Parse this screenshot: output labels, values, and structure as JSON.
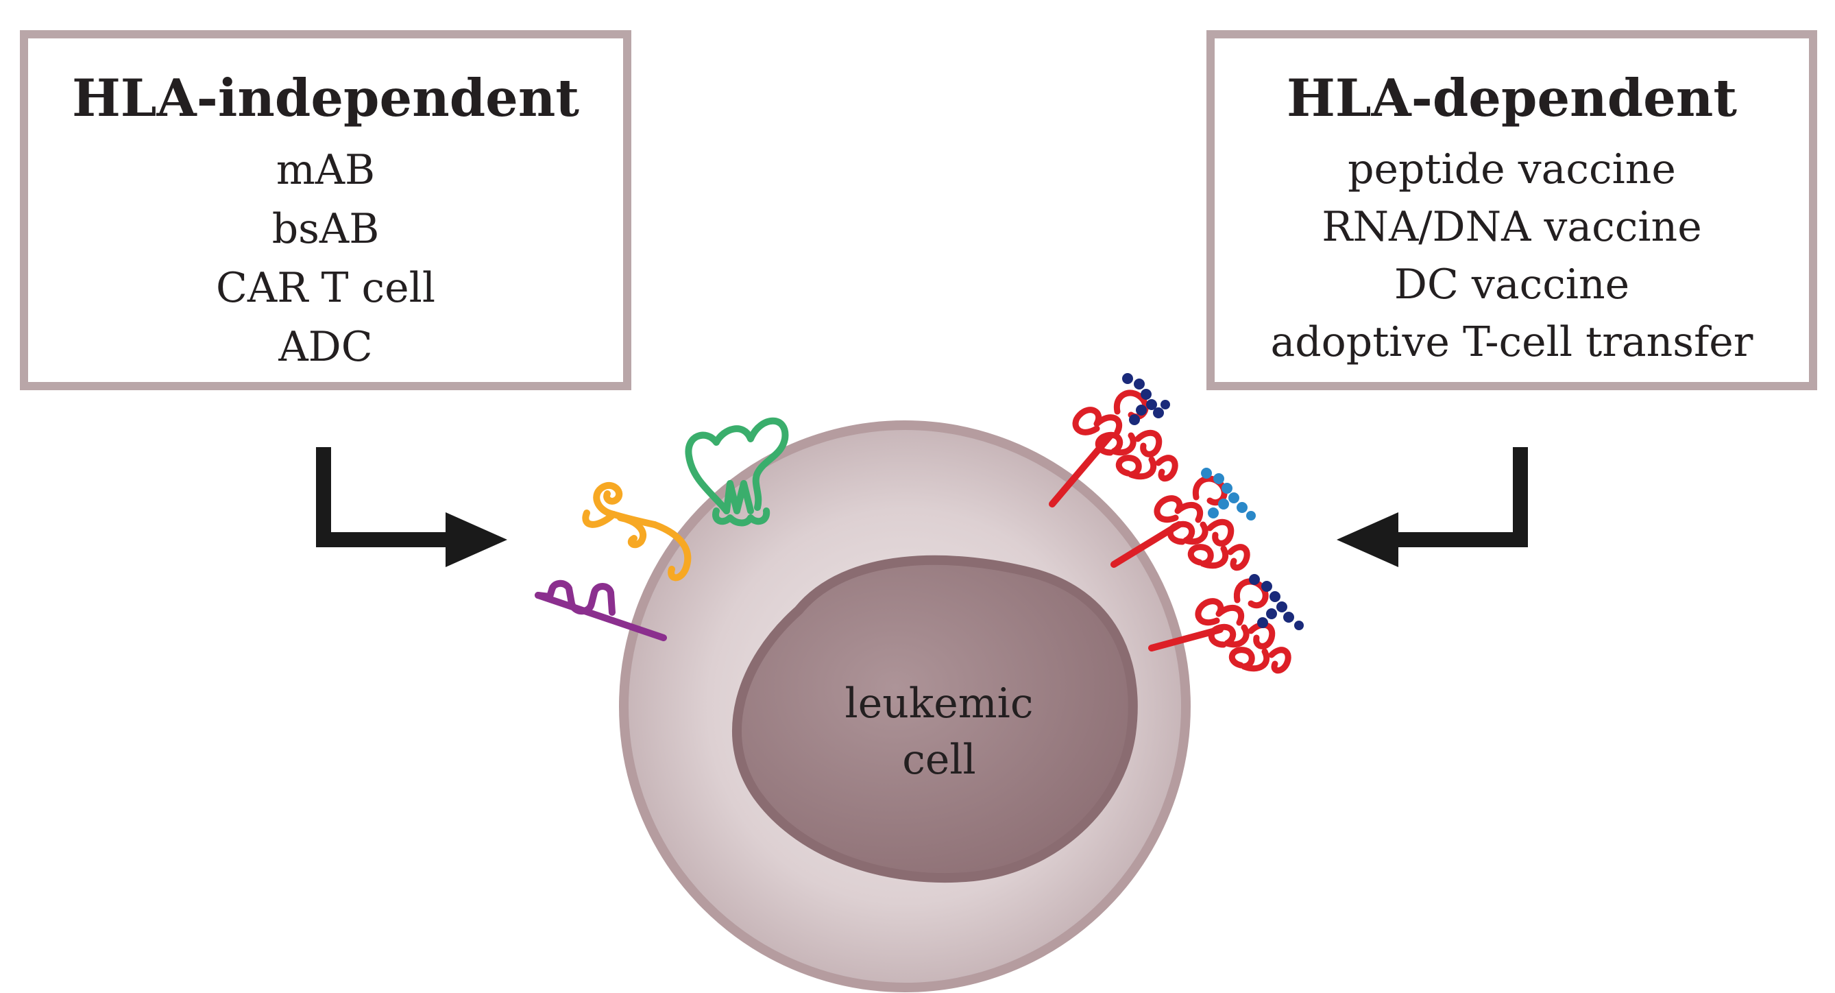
{
  "hla_independent": {
    "title": "HLA-independent",
    "items": [
      {
        "label": "mAB"
      },
      {
        "label": "bsAB"
      },
      {
        "label": "CAR T cell"
      },
      {
        "label": "ADC"
      }
    ]
  },
  "hla_dependent": {
    "title": "HLA-dependent",
    "items": [
      {
        "label": "peptide vaccine"
      },
      {
        "label": "RNA/DNA vaccine"
      },
      {
        "label": "DC vaccine"
      },
      {
        "label": "adoptive T-cell transfer"
      }
    ]
  },
  "cell": {
    "label_line1": "leukemic",
    "label_line2": "cell"
  },
  "colors": {
    "box_border": "#b9a6a8",
    "cell_membrane": "#b59c9f",
    "nucleus": "#93767b",
    "arrow": "#1a1a1a",
    "antigen_purple": "#8b2f8e",
    "antigen_yellow": "#f7a823",
    "antigen_green": "#3aae6c",
    "hla_red": "#dd1f26",
    "peptide_navy": "#1a2a7a",
    "peptide_blue": "#2a88c8"
  },
  "icons": {
    "left_arrow": "arrow-right-icon",
    "right_arrow": "arrow-left-icon"
  }
}
